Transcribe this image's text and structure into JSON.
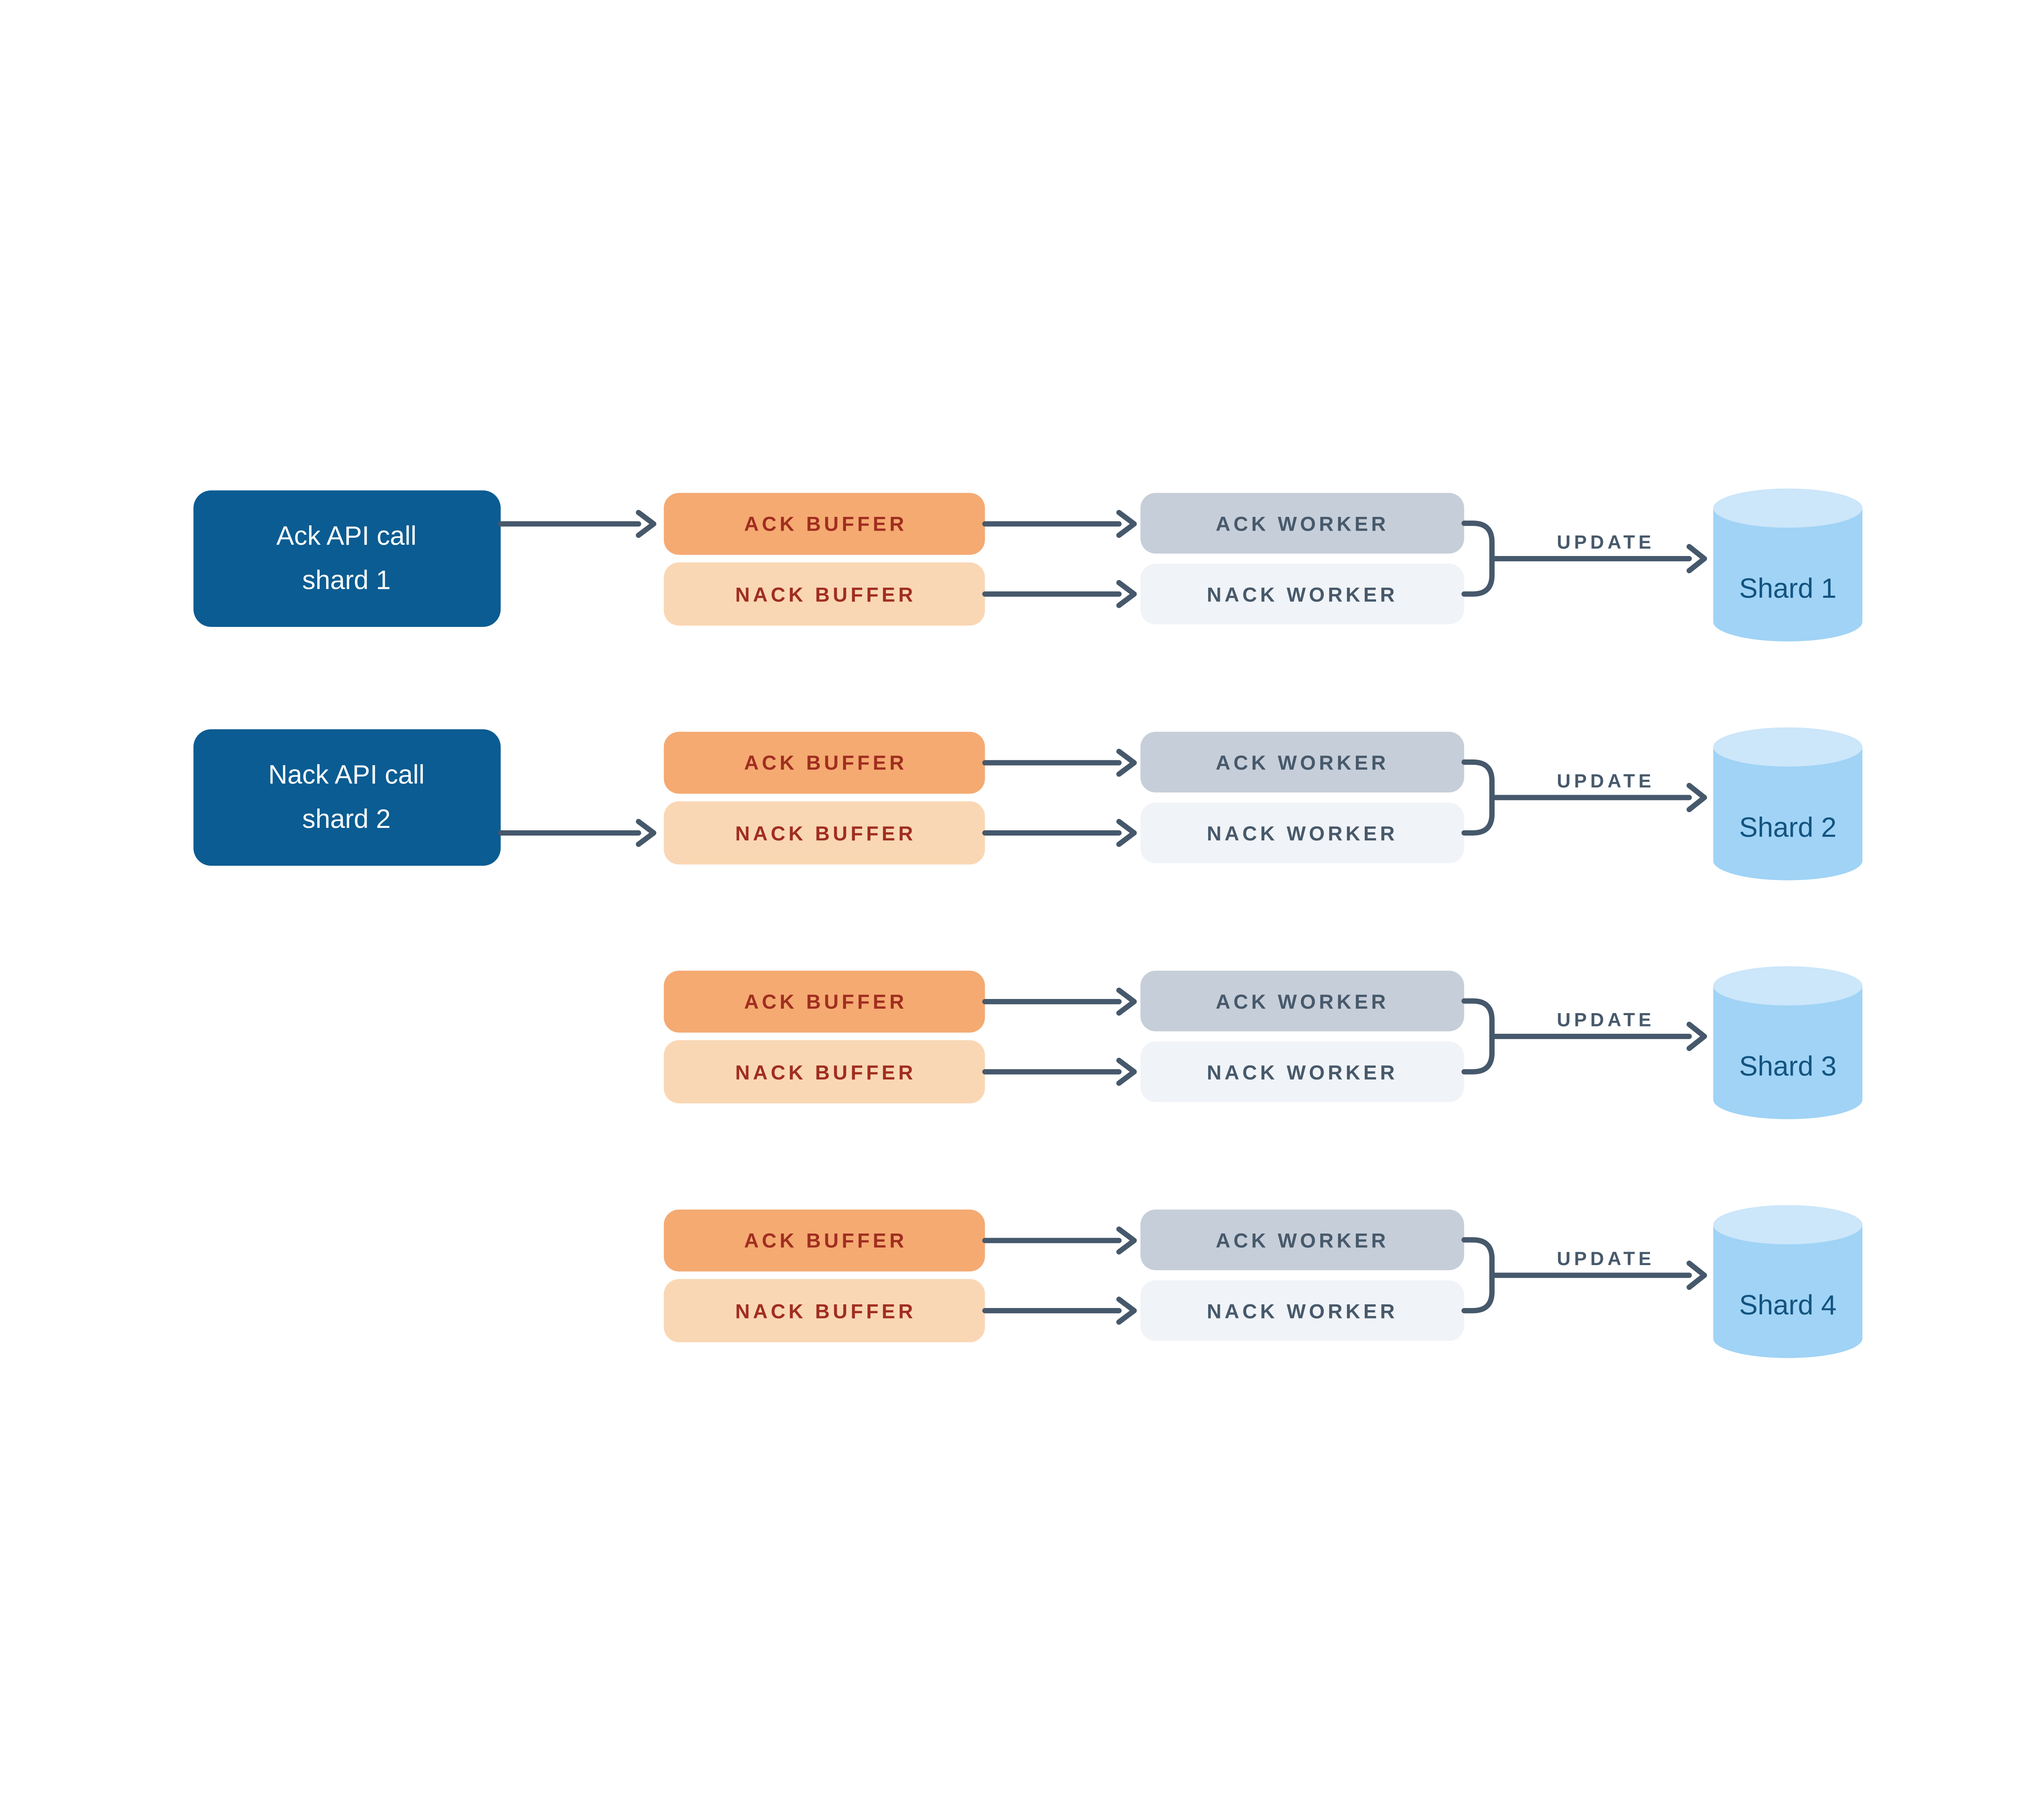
{
  "title": "Ack/Nack buffer-worker shard update pipeline diagram",
  "colors": {
    "api-blue": "#0A5C92",
    "api-text": "#FFFFFF",
    "buffer-ack": "#F5AA72",
    "buffer-nack": "#FAD7B4",
    "buffer-text": "#A02E20",
    "worker-ack": "#C6CED9",
    "worker-nack": "#F0F3F7",
    "worker-text": "#47596B",
    "line": "#46586B",
    "update-text": "#47596B",
    "shard-body": "#A0D3F5",
    "shard-top": "#CCE6FA",
    "shard-text": "#125380"
  },
  "rows": [
    {
      "api_box": {
        "line1": "Ack API call",
        "line2": "shard 1"
      },
      "ack_buffer_label": "ACK BUFFER",
      "nack_buffer_label": "NACK BUFFER",
      "ack_worker_label": "ACK WORKER",
      "nack_worker_label": "NACK WORKER",
      "update_label": "UPDATE",
      "shard_label": "Shard 1"
    },
    {
      "api_box": {
        "line1": "Nack API call",
        "line2": "shard 2"
      },
      "ack_buffer_label": "ACK BUFFER",
      "nack_buffer_label": "NACK BUFFER",
      "ack_worker_label": "ACK WORKER",
      "nack_worker_label": "NACK WORKER",
      "update_label": "UPDATE",
      "shard_label": "Shard 2"
    },
    {
      "ack_buffer_label": "ACK BUFFER",
      "nack_buffer_label": "NACK BUFFER",
      "ack_worker_label": "ACK WORKER",
      "nack_worker_label": "NACK WORKER",
      "update_label": "UPDATE",
      "shard_label": "Shard 3"
    },
    {
      "ack_buffer_label": "ACK BUFFER",
      "nack_buffer_label": "NACK BUFFER",
      "ack_worker_label": "ACK WORKER",
      "nack_worker_label": "NACK WORKER",
      "update_label": "UPDATE",
      "shard_label": "Shard 4"
    }
  ]
}
